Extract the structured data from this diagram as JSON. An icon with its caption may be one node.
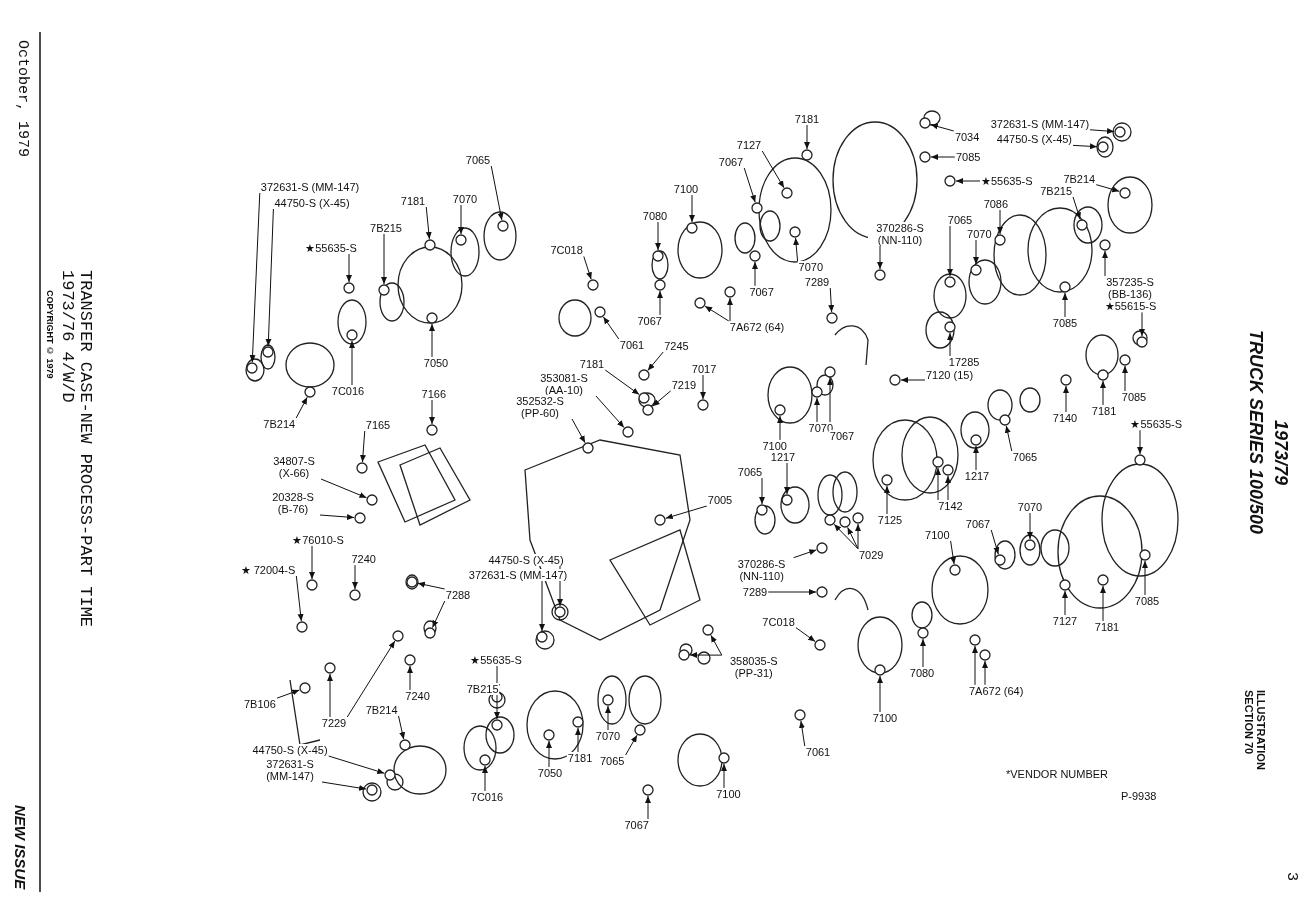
{
  "diagram": {
    "title": "TRANSFER CASE-NEW PROCESS-PART TIME",
    "nodes": [
      {
        "text": [
          "372631-S (MM-147)"
        ]
      },
      {
        "text": [
          "44750-S (X-45)"
        ]
      },
      {
        "text": [
          "7181"
        ]
      },
      {
        "text": [
          "7070"
        ]
      },
      {
        "text": [
          "7065"
        ]
      },
      {
        "text": [
          "7B215"
        ]
      },
      {
        "text": [
          "★55635-S"
        ]
      },
      {
        "text": [
          "7B214"
        ]
      },
      {
        "text": [
          "7C016"
        ]
      },
      {
        "text": [
          "7050"
        ]
      },
      {
        "text": [
          "7C018"
        ]
      },
      {
        "text": [
          "7061"
        ]
      },
      {
        "text": [
          "7080"
        ]
      },
      {
        "text": [
          "7067"
        ]
      },
      {
        "text": [
          "7100"
        ]
      },
      {
        "text": [
          "7067"
        ]
      },
      {
        "text": [
          "7067"
        ]
      },
      {
        "text": [
          "7127"
        ]
      },
      {
        "text": [
          "7181"
        ]
      },
      {
        "text": [
          "7070"
        ]
      },
      {
        "text": [
          "7A672 (64)"
        ]
      },
      {
        "text": [
          "7034"
        ]
      },
      {
        "text": [
          "7085"
        ]
      },
      {
        "text": [
          "★55635-S"
        ]
      },
      {
        "text": [
          "372631-S (MM-147)"
        ]
      },
      {
        "text": [
          "44750-S (X-45)"
        ]
      },
      {
        "text": [
          "7B214"
        ]
      },
      {
        "text": [
          "7B215"
        ]
      },
      {
        "text": [
          "7086"
        ]
      },
      {
        "text": [
          "7065"
        ]
      },
      {
        "text": [
          "7070"
        ]
      },
      {
        "text": [
          "370286-S (NN-110)"
        ]
      },
      {
        "text": [
          "7289"
        ]
      },
      {
        "text": [
          "17285"
        ]
      },
      {
        "text": [
          "7085"
        ]
      },
      {
        "text": [
          "357235-S (BB-136)"
        ]
      },
      {
        "text": [
          "★55615-S"
        ]
      },
      {
        "text": [
          "7120 (15)"
        ]
      },
      {
        "text": [
          "7070"
        ]
      },
      {
        "text": [
          "7067"
        ]
      },
      {
        "text": [
          "7100"
        ]
      },
      {
        "text": [
          "7017"
        ]
      },
      {
        "text": [
          "7219"
        ]
      },
      {
        "text": [
          "7245"
        ]
      },
      {
        "text": [
          "7181"
        ]
      },
      {
        "text": [
          "353081-S (AA-10)"
        ]
      },
      {
        "text": [
          "352532-S (PP-60)"
        ]
      },
      {
        "text": [
          "7005"
        ]
      },
      {
        "text": [
          "7166"
        ]
      },
      {
        "text": [
          "7165"
        ]
      },
      {
        "text": [
          "34807-S (X-66)"
        ]
      },
      {
        "text": [
          "20328-S (B-76)"
        ]
      },
      {
        "text": [
          "★76010-S"
        ]
      },
      {
        "text": [
          "★ 72004-S"
        ]
      },
      {
        "text": [
          "7240"
        ]
      },
      {
        "text": [
          "7288"
        ]
      },
      {
        "text": [
          "7240"
        ]
      },
      {
        "text": [
          "7B106"
        ]
      },
      {
        "text": [
          "7229"
        ]
      },
      {
        "text": [
          "44750-S (X-45)"
        ]
      },
      {
        "text": [
          "372631-S (MM-147)"
        ]
      },
      {
        "text": [
          "★55635-S"
        ]
      },
      {
        "text": [
          "7B215"
        ]
      },
      {
        "text": [
          "7B214"
        ]
      },
      {
        "text": [
          "44750-S (X-45)"
        ]
      },
      {
        "text": [
          "372631-S (MM-147)"
        ]
      },
      {
        "text": [
          "7C016"
        ]
      },
      {
        "text": [
          "7050"
        ]
      },
      {
        "text": [
          "7181"
        ]
      },
      {
        "text": [
          "7070"
        ]
      },
      {
        "text": [
          "7065"
        ]
      },
      {
        "text": [
          "7067"
        ]
      },
      {
        "text": [
          "7100"
        ]
      },
      {
        "text": [
          "7061"
        ]
      },
      {
        "text": [
          "7100"
        ]
      },
      {
        "text": [
          "7080"
        ]
      },
      {
        "text": [
          "7A672 (64)"
        ]
      },
      {
        "text": [
          "7C018"
        ]
      },
      {
        "text": [
          "358035-S (PP-31)"
        ]
      },
      {
        "text": [
          "7289"
        ]
      },
      {
        "text": [
          "370286-S (NN-110)"
        ]
      },
      {
        "text": [
          "7065"
        ]
      },
      {
        "text": [
          "1217"
        ]
      },
      {
        "text": [
          "7029"
        ]
      },
      {
        "text": [
          "7125"
        ]
      },
      {
        "text": [
          "7142"
        ]
      },
      {
        "text": [
          "1217"
        ]
      },
      {
        "text": [
          "7065"
        ]
      },
      {
        "text": [
          "7140"
        ]
      },
      {
        "text": [
          "7181"
        ]
      },
      {
        "text": [
          "7085"
        ]
      },
      {
        "text": [
          "★55635-S"
        ]
      },
      {
        "text": [
          "7070"
        ]
      },
      {
        "text": [
          "7067"
        ]
      },
      {
        "text": [
          "7100"
        ]
      },
      {
        "text": [
          "7127"
        ]
      },
      {
        "text": [
          "7181"
        ]
      },
      {
        "text": [
          "7085"
        ]
      },
      {
        "text": [],
        "shape": "circle"
      },
      {
        "text": [],
        "shape": "circle"
      },
      {
        "text": [],
        "shape": "circle"
      },
      {
        "text": [],
        "shape": "circle"
      },
      {
        "text": [],
        "shape": "circle"
      },
      {
        "text": [],
        "shape": "circle"
      },
      {
        "text": [],
        "shape": "circle"
      },
      {
        "text": [],
        "shape": "circle"
      },
      {
        "text": [],
        "shape": "circle"
      },
      {
        "text": [],
        "shape": "circle"
      },
      {
        "text": [],
        "shape": "circle"
      },
      {
        "text": [],
        "shape": "circle"
      },
      {
        "text": [],
        "shape": "circle"
      },
      {
        "text": [],
        "shape": "circle"
      },
      {
        "text": [],
        "shape": "circle"
      },
      {
        "text": [],
        "shape": "circle"
      },
      {
        "text": [],
        "shape": "circle"
      },
      {
        "text": [],
        "shape": "circle"
      },
      {
        "text": [],
        "shape": "circle"
      },
      {
        "text": [],
        "shape": "circle"
      },
      {
        "text": [],
        "shape": "circle"
      },
      {
        "text": [],
        "shape": "circle"
      },
      {
        "text": [],
        "shape": "circle"
      },
      {
        "text": [],
        "shape": "circle"
      },
      {
        "text": [],
        "shape": "circle"
      },
      {
        "text": [],
        "shape": "circle"
      },
      {
        "text": [],
        "shape": "circle"
      },
      {
        "text": [],
        "shape": "circle"
      },
      {
        "text": [],
        "shape": "circle"
      },
      {
        "text": [],
        "shape": "circle"
      },
      {
        "text": [],
        "shape": "circle"
      },
      {
        "text": [],
        "shape": "circle"
      },
      {
        "text": [],
        "shape": "circle"
      },
      {
        "text": [],
        "shape": "circle"
      },
      {
        "text": [],
        "shape": "circle"
      },
      {
        "text": [],
        "shape": "circle"
      },
      {
        "text": [],
        "shape": "circle"
      },
      {
        "text": [],
        "shape": "circle"
      },
      {
        "text": [],
        "shape": "circle"
      },
      {
        "text": [],
        "shape": "circle"
      },
      {
        "text": [],
        "shape": "circle"
      },
      {
        "text": [],
        "shape": "circle"
      },
      {
        "text": [],
        "shape": "circle"
      },
      {
        "text": [],
        "shape": "circle"
      },
      {
        "text": [],
        "shape": "circle"
      },
      {
        "text": [],
        "shape": "circle"
      },
      {
        "text": [],
        "shape": "circle"
      },
      {
        "text": [],
        "shape": "circle"
      },
      {
        "text": [],
        "shape": "circle"
      },
      {
        "text": [],
        "shape": "circle"
      },
      {
        "text": [],
        "shape": "circle"
      },
      {
        "text": [],
        "shape": "circle"
      },
      {
        "text": [],
        "shape": "circle"
      },
      {
        "text": [],
        "shape": "circle"
      },
      {
        "text": [],
        "shape": "circle"
      },
      {
        "text": [],
        "shape": "circle"
      },
      {
        "text": [],
        "shape": "circle"
      },
      {
        "text": [],
        "shape": "circle"
      },
      {
        "text": [],
        "shape": "circle"
      },
      {
        "text": [],
        "shape": "circle"
      },
      {
        "text": [],
        "shape": "circle"
      },
      {
        "text": [],
        "shape": "circle"
      },
      {
        "text": [],
        "shape": "circle"
      },
      {
        "text": [],
        "shape": "circle"
      },
      {
        "text": [],
        "shape": "circle"
      },
      {
        "text": [],
        "shape": "circle"
      },
      {
        "text": [],
        "shape": "circle"
      },
      {
        "text": [],
        "shape": "circle"
      },
      {
        "text": [],
        "shape": "circle"
      },
      {
        "text": [],
        "shape": "circle"
      },
      {
        "text": [],
        "shape": "circle"
      },
      {
        "text": [],
        "shape": "circle"
      },
      {
        "text": [],
        "shape": "circle"
      },
      {
        "text": [],
        "shape": "circle"
      },
      {
        "text": [],
        "shape": "circle"
      },
      {
        "text": [],
        "shape": "circle"
      },
      {
        "text": [],
        "shape": "circle"
      },
      {
        "text": [],
        "shape": "circle"
      },
      {
        "text": [],
        "shape": "circle"
      },
      {
        "text": [],
        "shape": "circle"
      },
      {
        "text": [],
        "shape": "circle"
      },
      {
        "text": [],
        "shape": "circle"
      },
      {
        "text": [],
        "shape": "circle"
      },
      {
        "text": [],
        "shape": "circle"
      },
      {
        "text": [],
        "shape": "circle"
      },
      {
        "text": [],
        "shape": "circle"
      },
      {
        "text": [],
        "shape": "circle"
      },
      {
        "text": [],
        "shape": "circle"
      },
      {
        "text": [],
        "shape": "circle"
      },
      {
        "text": [],
        "shape": "circle"
      },
      {
        "text": [],
        "shape": "circle"
      },
      {
        "text": [],
        "shape": "circle"
      },
      {
        "text": [],
        "shape": "circle"
      },
      {
        "text": [],
        "shape": "circle"
      },
      {
        "text": [],
        "shape": "circle"
      },
      {
        "text": [],
        "shape": "circle"
      },
      {
        "text": [],
        "shape": "circle"
      },
      {
        "text": [],
        "shape": "circle"
      },
      {
        "text": [],
        "shape": "circle"
      },
      {
        "text": [],
        "shape": "circle"
      },
      {
        "text": [],
        "shape": "circle"
      },
      {
        "text": [],
        "shape": "circle"
      },
      {
        "text": [],
        "shape": "circle"
      },
      {
        "text": [],
        "shape": "circle"
      },
      {
        "text": [],
        "shape": "circle"
      },
      {
        "text": [],
        "shape": "circle"
      }
    ],
    "edges": [
      {
        "from": 0,
        "to": 98,
        "arrow": "to"
      },
      {
        "from": 1,
        "to": 99,
        "arrow": "to"
      },
      {
        "from": 2,
        "to": 100,
        "arrow": "to"
      },
      {
        "from": 3,
        "to": 101,
        "arrow": "to"
      },
      {
        "from": 4,
        "to": 102,
        "arrow": "to"
      },
      {
        "from": 5,
        "to": 103,
        "arrow": "to"
      },
      {
        "from": 6,
        "to": 104,
        "arrow": "to"
      },
      {
        "from": 7,
        "to": 105,
        "arrow": "to"
      },
      {
        "from": 8,
        "to": 106,
        "arrow": "to"
      },
      {
        "from": 9,
        "to": 107,
        "arrow": "to"
      },
      {
        "from": 10,
        "to": 108,
        "arrow": "to"
      },
      {
        "from": 11,
        "to": 109,
        "arrow": "to"
      },
      {
        "from": 12,
        "to": 110,
        "arrow": "to"
      },
      {
        "from": 13,
        "to": 111,
        "arrow": "to"
      },
      {
        "from": 14,
        "to": 112,
        "arrow": "to"
      },
      {
        "from": 15,
        "to": 113,
        "arrow": "to"
      },
      {
        "from": 16,
        "to": 114,
        "arrow": "to"
      },
      {
        "from": 17,
        "to": 115,
        "arrow": "to"
      },
      {
        "from": 18,
        "to": 116,
        "arrow": "to"
      },
      {
        "from": 19,
        "to": 117,
        "arrow": "to"
      },
      {
        "from": 20,
        "to": 118,
        "arrow": "to"
      },
      {
        "from": 20,
        "to": 119,
        "arrow": "to"
      },
      {
        "from": 21,
        "to": 120,
        "arrow": "to"
      },
      {
        "from": 22,
        "to": 121,
        "arrow": "to"
      },
      {
        "from": 23,
        "to": 122,
        "arrow": "to"
      },
      {
        "from": 24,
        "to": 123,
        "arrow": "to"
      },
      {
        "from": 25,
        "to": 124,
        "arrow": "to"
      },
      {
        "from": 26,
        "to": 125,
        "arrow": "to"
      },
      {
        "from": 27,
        "to": 126,
        "arrow": "to"
      },
      {
        "from": 28,
        "to": 127,
        "arrow": "to"
      },
      {
        "from": 29,
        "to": 128,
        "arrow": "to"
      },
      {
        "from": 30,
        "to": 129,
        "arrow": "to"
      },
      {
        "from": 31,
        "to": 130,
        "arrow": "to"
      },
      {
        "from": 32,
        "to": 131,
        "arrow": "to"
      },
      {
        "from": 33,
        "to": 132,
        "arrow": "to"
      },
      {
        "from": 34,
        "to": 133,
        "arrow": "to"
      },
      {
        "from": 35,
        "to": 134,
        "arrow": "to"
      },
      {
        "from": 36,
        "to": 135,
        "arrow": "to"
      },
      {
        "from": 37,
        "to": 136,
        "arrow": "to"
      },
      {
        "from": 38,
        "to": 137,
        "arrow": "to"
      },
      {
        "from": 39,
        "to": 138,
        "arrow": "to"
      },
      {
        "from": 40,
        "to": 139,
        "arrow": "to"
      },
      {
        "from": 41,
        "to": 140,
        "arrow": "to"
      },
      {
        "from": 42,
        "to": 141,
        "arrow": "to"
      },
      {
        "from": 43,
        "to": 142,
        "arrow": "to"
      },
      {
        "from": 44,
        "to": 143,
        "arrow": "to"
      },
      {
        "from": 45,
        "to": 144,
        "arrow": "to"
      },
      {
        "from": 46,
        "to": 145,
        "arrow": "to"
      },
      {
        "from": 47,
        "to": 146,
        "arrow": "to"
      },
      {
        "from": 48,
        "to": 147,
        "arrow": "to"
      },
      {
        "from": 49,
        "to": 148,
        "arrow": "to"
      },
      {
        "from": 50,
        "to": 149,
        "arrow": "to"
      },
      {
        "from": 51,
        "to": 150,
        "arrow": "to"
      },
      {
        "from": 52,
        "to": 151,
        "arrow": "to"
      },
      {
        "from": 53,
        "to": 152,
        "arrow": "to"
      },
      {
        "from": 54,
        "to": 153,
        "arrow": "to"
      },
      {
        "from": 55,
        "to": 154,
        "arrow": "to"
      },
      {
        "from": 55,
        "to": 155,
        "arrow": "to"
      },
      {
        "from": 56,
        "to": 156,
        "arrow": "to"
      },
      {
        "from": 57,
        "to": 157,
        "arrow": "to"
      },
      {
        "from": 58,
        "to": 158,
        "arrow": "to"
      },
      {
        "from": 58,
        "to": 159,
        "arrow": "to"
      },
      {
        "from": 59,
        "to": 160,
        "arrow": "to"
      },
      {
        "from": 60,
        "to": 161,
        "arrow": "to"
      },
      {
        "from": 61,
        "to": 162,
        "arrow": "to"
      },
      {
        "from": 62,
        "to": 163,
        "arrow": "to"
      },
      {
        "from": 63,
        "to": 164,
        "arrow": "to"
      },
      {
        "from": 64,
        "to": 165,
        "arrow": "to"
      },
      {
        "from": 65,
        "to": 166,
        "arrow": "to"
      },
      {
        "from": 66,
        "to": 167,
        "arrow": "to"
      },
      {
        "from": 67,
        "to": 168,
        "arrow": "to"
      },
      {
        "from": 68,
        "to": 169,
        "arrow": "to"
      },
      {
        "from": 69,
        "to": 170,
        "arrow": "to"
      },
      {
        "from": 70,
        "to": 171,
        "arrow": "to"
      },
      {
        "from": 71,
        "to": 172,
        "arrow": "to"
      },
      {
        "from": 72,
        "to": 173,
        "arrow": "to"
      },
      {
        "from": 73,
        "to": 174,
        "arrow": "to"
      },
      {
        "from": 74,
        "to": 175,
        "arrow": "to"
      },
      {
        "from": 75,
        "to": 176,
        "arrow": "to"
      },
      {
        "from": 76,
        "to": 177,
        "arrow": "to"
      },
      {
        "from": 76,
        "to": 178,
        "arrow": "to"
      },
      {
        "from": 77,
        "to": 179,
        "arrow": "to"
      },
      {
        "from": 78,
        "to": 180,
        "arrow": "to"
      },
      {
        "from": 78,
        "to": 181,
        "arrow": "to"
      },
      {
        "from": 79,
        "to": 182,
        "arrow": "to"
      },
      {
        "from": 80,
        "to": 183,
        "arrow": "to"
      },
      {
        "from": 81,
        "to": 184,
        "arrow": "to"
      },
      {
        "from": 82,
        "to": 185,
        "arrow": "to"
      },
      {
        "from": 83,
        "to": 186,
        "arrow": "to"
      },
      {
        "from": 83,
        "to": 187,
        "arrow": "to"
      },
      {
        "from": 83,
        "to": 188,
        "arrow": "to"
      },
      {
        "from": 84,
        "to": 189,
        "arrow": "to"
      },
      {
        "from": 85,
        "to": 190,
        "arrow": "to"
      },
      {
        "from": 85,
        "to": 191,
        "arrow": "to"
      },
      {
        "from": 86,
        "to": 192,
        "arrow": "to"
      },
      {
        "from": 87,
        "to": 193,
        "arrow": "to"
      },
      {
        "from": 88,
        "to": 194,
        "arrow": "to"
      },
      {
        "from": 89,
        "to": 195,
        "arrow": "to"
      },
      {
        "from": 90,
        "to": 196,
        "arrow": "to"
      },
      {
        "from": 91,
        "to": 197,
        "arrow": "to"
      },
      {
        "from": 92,
        "to": 198,
        "arrow": "to"
      },
      {
        "from": 93,
        "to": 199,
        "arrow": "to"
      },
      {
        "from": 94,
        "to": 200,
        "arrow": "to"
      },
      {
        "from": 95,
        "to": 201,
        "arrow": "to"
      },
      {
        "from": 96,
        "to": 202,
        "arrow": "to"
      },
      {
        "from": 97,
        "to": 203,
        "arrow": "to"
      }
    ],
    "labels": [
      "October, 1979",
      "1973/76 4/W/D",
      "COPYRIGHT © 1979",
      "NEW ISSUE",
      "*VENDOR NUMBER",
      "P-9938",
      "1973/79",
      "TRUCK SERIES 100/500",
      "ILLUSTRATION SECTION 70",
      "3"
    ]
  }
}
